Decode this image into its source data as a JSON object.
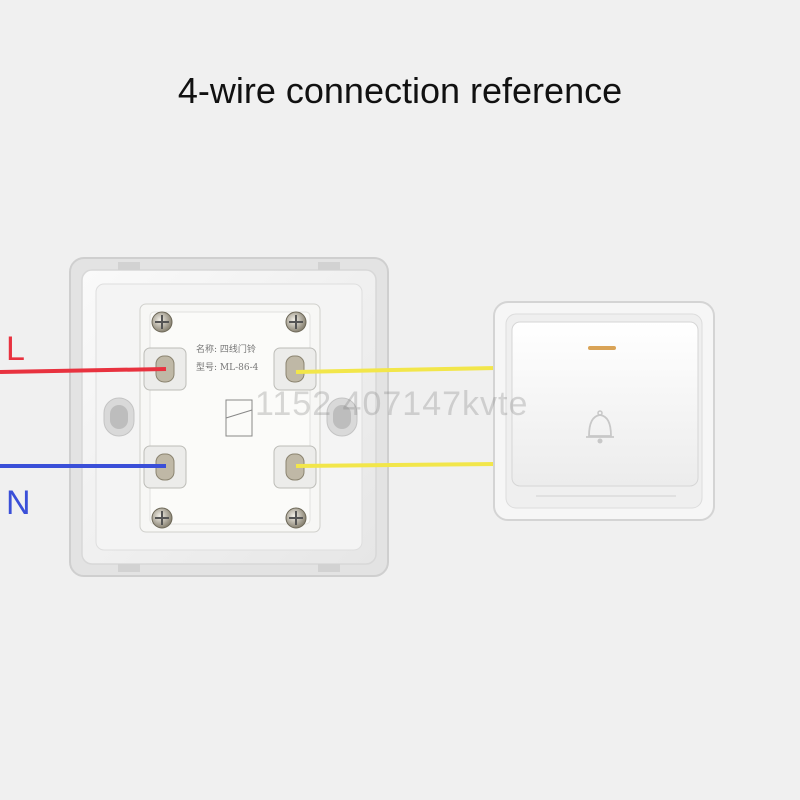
{
  "title": "4-wire connection reference",
  "wires": {
    "live": {
      "label": "L",
      "color": "#e8323f"
    },
    "neutral": {
      "label": "N",
      "color": "#3a4fd8"
    },
    "switch": {
      "color": "#f2e64a"
    }
  },
  "module": {
    "name_text": "名称: 四线门铃",
    "model_text": "型号: ML-86-4"
  },
  "watermark": "1152 407147kvte",
  "icons": {
    "bell": "bell-icon",
    "indicator": "led-indicator"
  }
}
